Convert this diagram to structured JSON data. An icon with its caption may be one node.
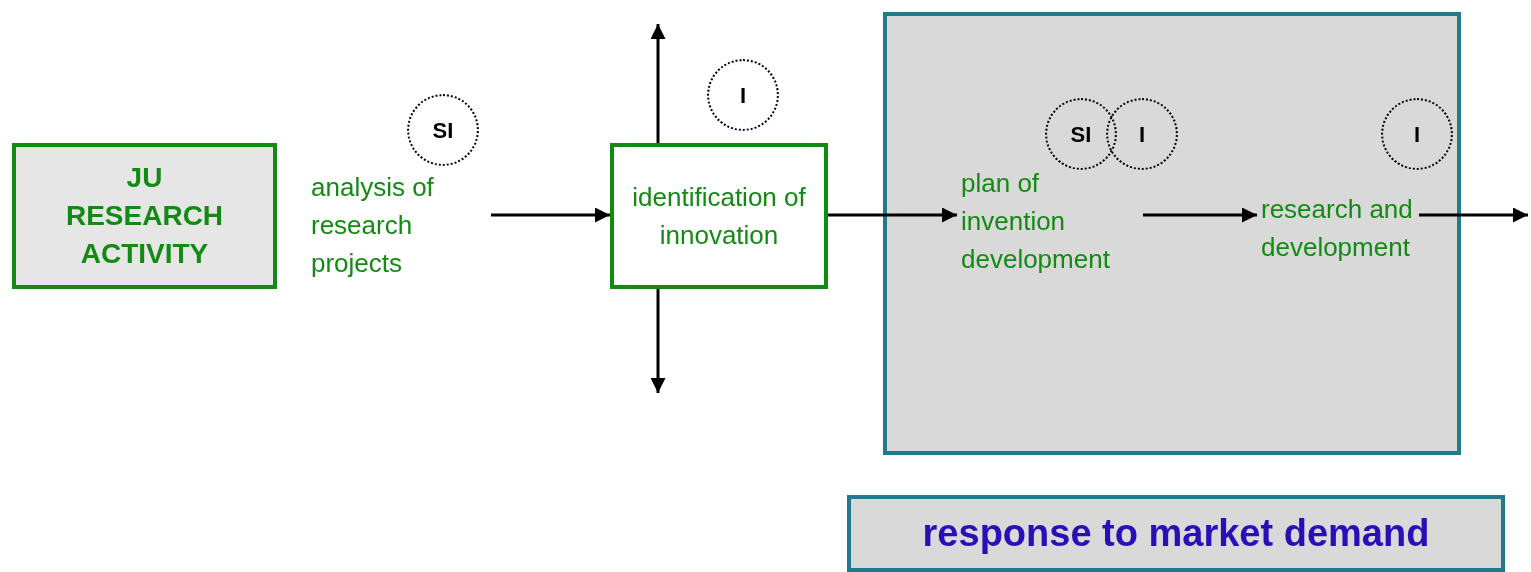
{
  "diagram": {
    "nodes": [
      {
        "text": [
          "JU RESEARCH ACTIVITY"
        ]
      },
      {
        "text": [
          "analysis of research projects"
        ]
      },
      {
        "text": [
          "SI"
        ]
      },
      {
        "text": [
          "identification of innovation"
        ]
      },
      {
        "text": [
          "I"
        ]
      },
      {
        "text": [],
        "shape": "box"
      },
      {
        "text": [
          "plan of invention development"
        ],
        "in": 5
      },
      {
        "text": [
          "SI"
        ],
        "in": 5
      },
      {
        "text": [
          "I"
        ],
        "in": 5
      },
      {
        "text": [
          "research and development"
        ],
        "in": 5
      },
      {
        "text": [
          "I"
        ],
        "in": 5
      },
      {
        "text": [
          "response to market demand"
        ]
      }
    ],
    "edges": [
      {
        "from": 1,
        "to": 3,
        "arrow": "to"
      },
      {
        "from": 3,
        "to": 6,
        "arrow": "to"
      },
      {
        "from": 6,
        "to": 9,
        "arrow": "to"
      },
      {
        "from": 9,
        "to": null,
        "arrow": "to"
      },
      {
        "from": 3,
        "to": null,
        "arrow": "to"
      },
      {
        "from": 3,
        "to": null,
        "arrow": "to"
      }
    ]
  }
}
